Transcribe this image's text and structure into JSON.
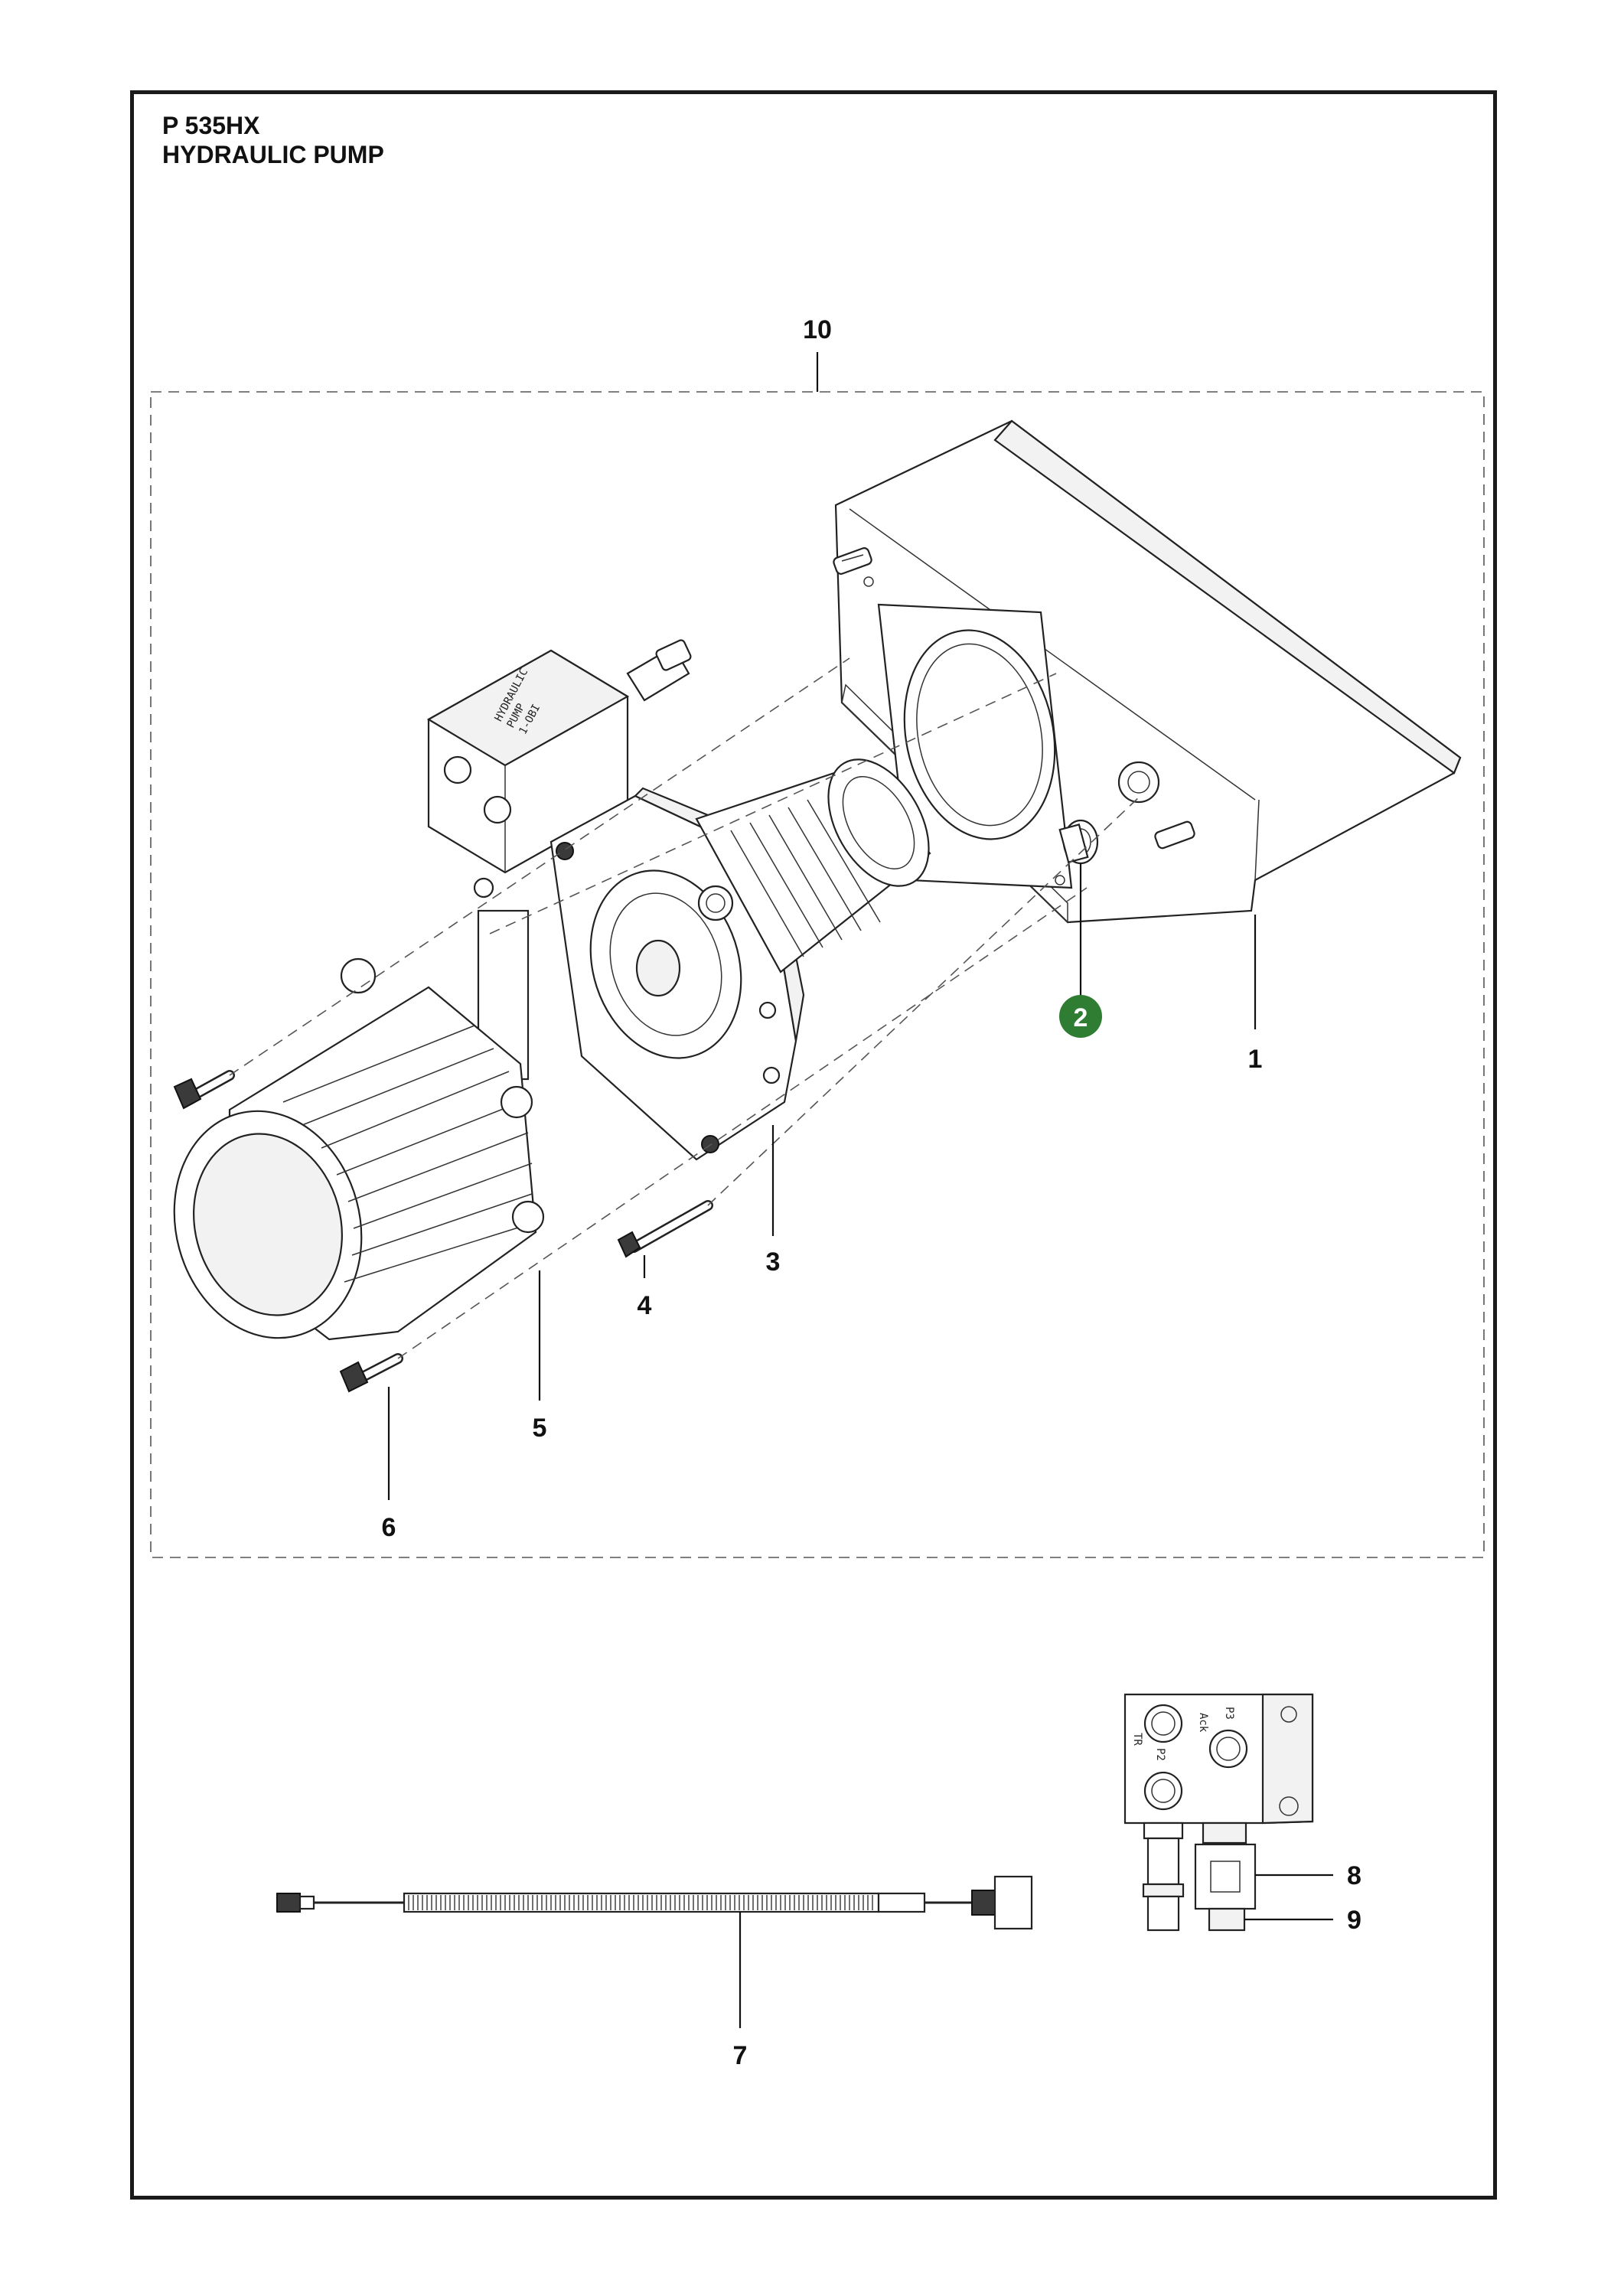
{
  "title": {
    "model": "P 535HX",
    "section": "HYDRAULIC PUMP"
  },
  "callouts": {
    "c1": "1",
    "c2": "2",
    "c3": "3",
    "c4": "4",
    "c5": "5",
    "c6": "6",
    "c7": "7",
    "c8": "8",
    "c9": "9",
    "c10": "10"
  },
  "valve_marks": {
    "p3": "P3",
    "ack": "Ack",
    "tr": "TR",
    "p2": "P2"
  },
  "colors": {
    "line": "#222222",
    "highlight_badge": "#2e7d32",
    "badge_text": "#ffffff"
  }
}
